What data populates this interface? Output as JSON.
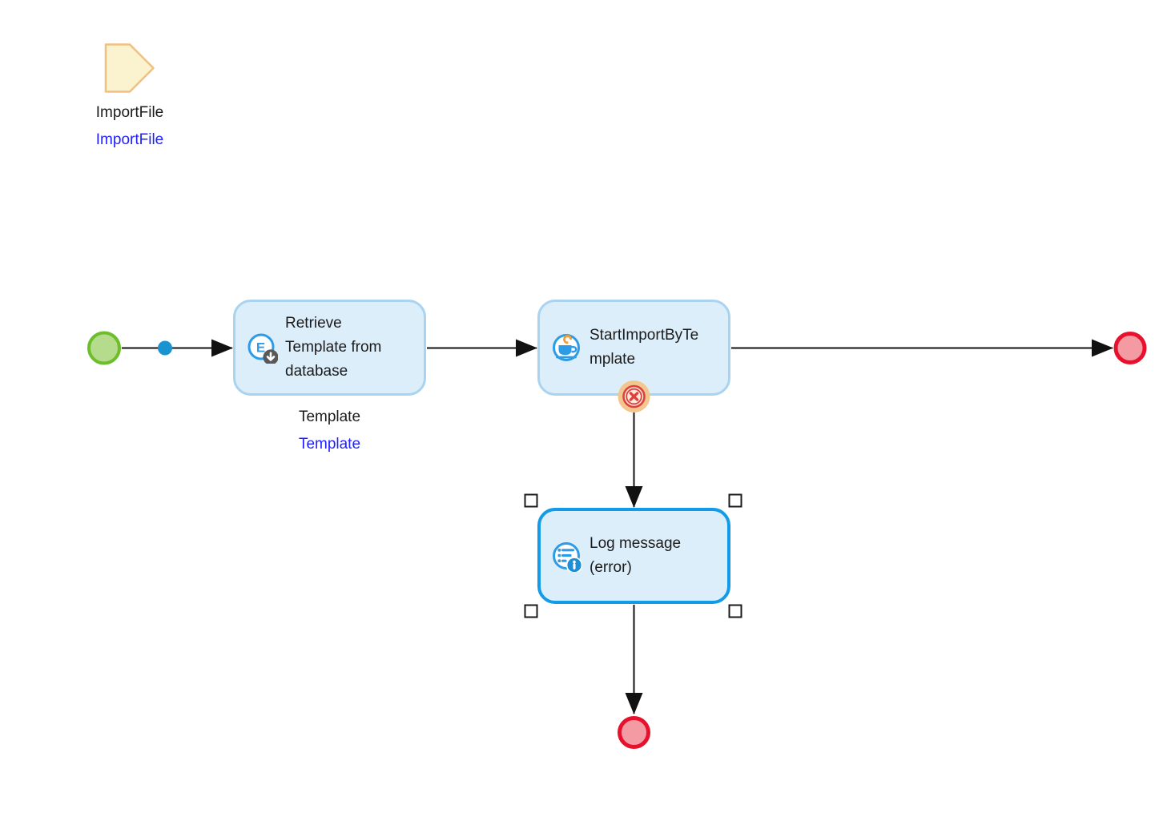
{
  "data_object": {
    "label": "ImportFile",
    "link": "ImportFile"
  },
  "tasks": [
    {
      "label": "Retrieve Template from database",
      "annotation": "Template",
      "annotation_link": "Template",
      "icon": "export-download-icon"
    },
    {
      "label": "StartImportByTemplate",
      "icon": "coffee-script-icon"
    },
    {
      "label": "Log message (error)",
      "icon": "log-info-icon",
      "selected": true
    }
  ],
  "events": {
    "start": "start-event",
    "end_main": "end-event",
    "end_error": "end-event",
    "boundary": "error-boundary-event"
  },
  "colors": {
    "task_fill": "#DCEEFA",
    "task_border": "#A9D3EF",
    "selected_task_border": "#149BE8",
    "start_event_fill": "#B5DB8C",
    "start_event_border": "#6CBE2B",
    "end_event_fill": "#F49AA3",
    "end_event_border": "#E8112D",
    "error_event_fill": "#F3C68D",
    "error_event_symbol": "#DF4040",
    "connector": "#111111",
    "waypoint_dot": "#1B93D0",
    "link_text": "#1F1FFF",
    "data_object_fill": "#FBF3D0",
    "data_object_border": "#F0C080",
    "icon_blue": "#2E9BE6",
    "badge_gray": "#595959"
  }
}
